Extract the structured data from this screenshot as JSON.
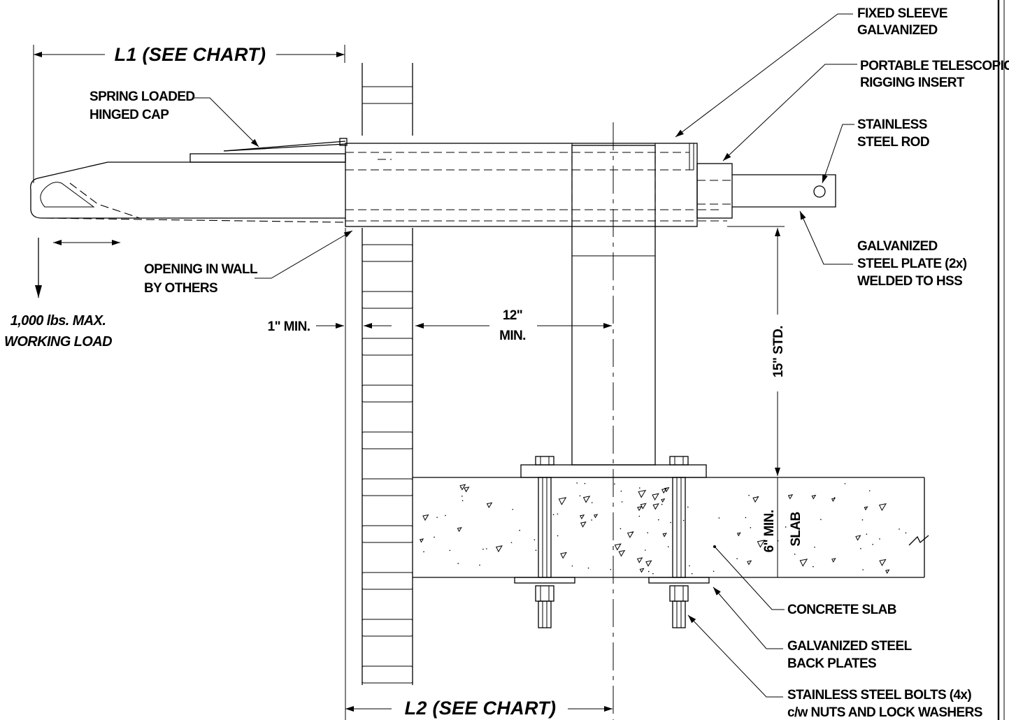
{
  "dimensions": {
    "l1": "L1 (SEE CHART)",
    "l2": "L2 (SEE CHART)",
    "wall_clearance": "1\" MIN.",
    "min_distance_value": "12\"",
    "min_distance_unit": "MIN.",
    "height_std": "15\" STD.",
    "slab_min": "6\" MIN.",
    "slab_word": "SLAB"
  },
  "load_note": {
    "line1": "1,000 lbs. MAX.",
    "line2": "WORKING LOAD"
  },
  "callouts": {
    "fixed_sleeve": [
      "FIXED SLEEVE",
      "GALVANIZED"
    ],
    "telescopic_insert": [
      "PORTABLE TELESCOPIC",
      "RIGGING INSERT"
    ],
    "stainless_rod": [
      "STAINLESS",
      "STEEL ROD"
    ],
    "steel_plate": [
      "GALVANIZED",
      "STEEL PLATE (2x)",
      "WELDED TO HSS"
    ],
    "hinged_cap": [
      "SPRING LOADED",
      "HINGED CAP"
    ],
    "wall_opening": [
      "OPENING IN WALL",
      "BY OTHERS"
    ],
    "concrete_slab": [
      "CONCRETE SLAB"
    ],
    "back_plates": [
      "GALVANIZED STEEL",
      "BACK PLATES"
    ],
    "bolts": [
      "STAINLESS STEEL BOLTS (4x)",
      "c/w NUTS AND LOCK WASHERS"
    ]
  }
}
